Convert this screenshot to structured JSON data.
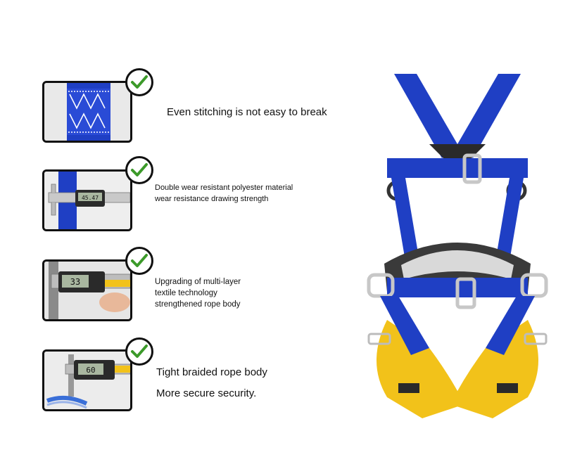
{
  "features": [
    {
      "lines": [
        "Even stitching is not easy to break"
      ],
      "icon": "check-icon"
    },
    {
      "lines": [
        "Double wear resistant polyester material",
        "wear resistance drawing strength"
      ],
      "icon": "check-icon"
    },
    {
      "lines": [
        "Upgrading of multi-layer",
        "textile technology",
        "strengthened rope body"
      ],
      "icon": "check-icon"
    },
    {
      "lines": [
        "Tight braided rope body",
        "More secure security."
      ],
      "icon": "check-icon"
    }
  ],
  "readouts": {
    "caliper_1": "45.47",
    "caliper_2": "33",
    "caliper_3": "60"
  },
  "colors": {
    "webbing_blue": "#1f3fc4",
    "webbing_yellow": "#f2c21a",
    "check_green": "#3c9a2a",
    "pad_gray": "#3a3a3a"
  }
}
